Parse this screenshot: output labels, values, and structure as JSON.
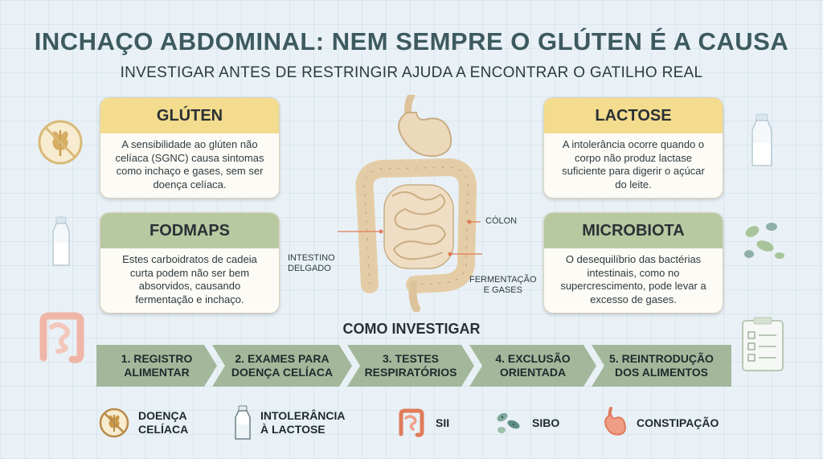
{
  "header": {
    "title": "INCHAÇO ABDOMINAL: NEM SEMPRE O GLÚTEN É A CAUSA",
    "subtitle": "INVESTIGAR ANTES DE RESTRINGIR AJUDA A ENCONTRAR O GATILHO REAL"
  },
  "cards": {
    "gluten": {
      "title": "GLÚTEN",
      "body": "A sensibilidade ao glúten não celíaca (SGNC) causa sintomas como inchaço e gases, sem ser doença celíaca."
    },
    "fodmaps": {
      "title": "FODMAPS",
      "body": "Estes carboidratos de cadeia curta podem não ser bem absorvidos, causando fermentação e inchaço."
    },
    "lactose": {
      "title": "LACTOSE",
      "body": "A intolerância ocorre quando o corpo não produz lactase suficiente para digerir o açúcar do leite."
    },
    "microbiota": {
      "title": "MICROBIOTA",
      "body": "O desequilíbrio das bactérias intestinais, como no supercrescimento, pode levar a excesso de gases."
    }
  },
  "diagram": {
    "label_colon": "CÓLON",
    "label_small_intestine_1": "INTESTINO",
    "label_small_intestine_2": "DELGADO",
    "label_fermentation_1": "FERMENTAÇÃO",
    "label_fermentation_2": "E GASES"
  },
  "investigate": {
    "title": "COMO INVESTIGAR",
    "steps": [
      {
        "line1": "1. REGISTRO",
        "line2": "ALIMENTAR"
      },
      {
        "line1": "2. EXAMES PARA",
        "line2": "DOENÇA CELÍACA"
      },
      {
        "line1": "3. TESTES",
        "line2": "RESPIRATÓRIOS"
      },
      {
        "line1": "4. EXCLUSÃO",
        "line2": "ORIENTADA"
      },
      {
        "line1": "5. REINTRODUÇÃO",
        "line2": "DOS ALIMENTOS"
      }
    ]
  },
  "legend": [
    {
      "line1": "DOENÇA",
      "line2": "CELÍACA",
      "icon": "no-wheat-icon"
    },
    {
      "line1": "INTOLERÂNCIA",
      "line2": "À LACTOSE",
      "icon": "milk-bottle-icon"
    },
    {
      "line1": "SII",
      "line2": "",
      "icon": "intestine-icon"
    },
    {
      "line1": "SIBO",
      "line2": "",
      "icon": "bacteria-icon"
    },
    {
      "line1": "CONSTIPAÇÃO",
      "line2": "",
      "icon": "stomach-icon"
    }
  ],
  "colors": {
    "title": "#3d5a5f",
    "card_yellow_header": "#f4dc8e",
    "card_green_header": "#b8c9a2",
    "step_green": "#a3b89b",
    "organ_beige": "#ead7b9",
    "accent_red": "#e07b5a"
  }
}
